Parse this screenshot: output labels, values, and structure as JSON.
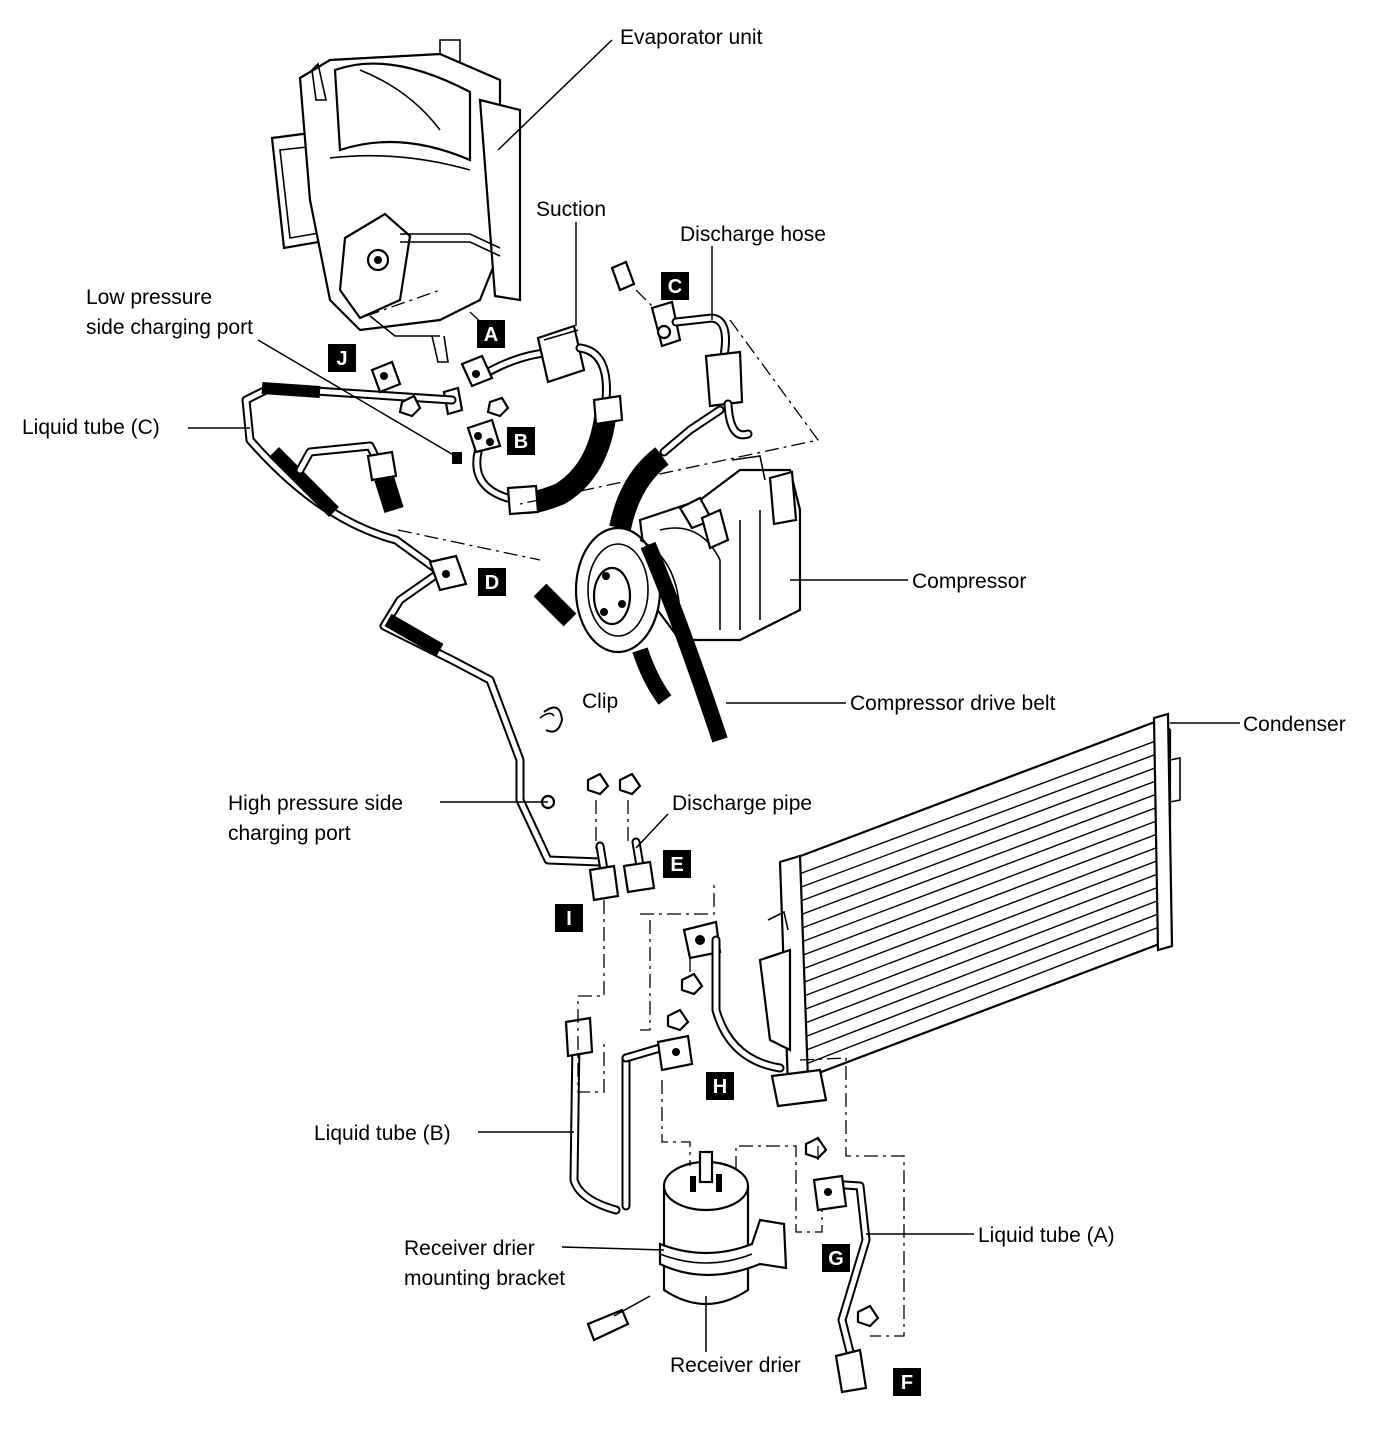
{
  "labels": {
    "evaporator_unit": "Evaporator unit",
    "suction": "Suction",
    "discharge_hose": "Discharge hose",
    "low_pressure_port_line1": "Low pressure",
    "low_pressure_port_line2": "side charging port",
    "liquid_tube_c": "Liquid tube (C)",
    "compressor": "Compressor",
    "clip": "Clip",
    "compressor_drive_belt": "Compressor drive belt",
    "condenser": "Condenser",
    "high_pressure_port_line1": "High pressure side",
    "high_pressure_port_line2": "charging port",
    "discharge_pipe": "Discharge pipe",
    "liquid_tube_b": "Liquid tube (B)",
    "receiver_bracket_line1": "Receiver drier",
    "receiver_bracket_line2": "mounting bracket",
    "liquid_tube_a": "Liquid tube (A)",
    "receiver_drier": "Receiver drier"
  },
  "tags": {
    "a": "A",
    "b": "B",
    "c": "C",
    "d": "D",
    "e": "E",
    "f": "F",
    "g": "G",
    "h": "H",
    "i": "I",
    "j": "J"
  },
  "colors": {
    "ink": "#000000",
    "paper": "#ffffff",
    "tag_fill": "#000000",
    "tag_text": "#ffffff"
  }
}
